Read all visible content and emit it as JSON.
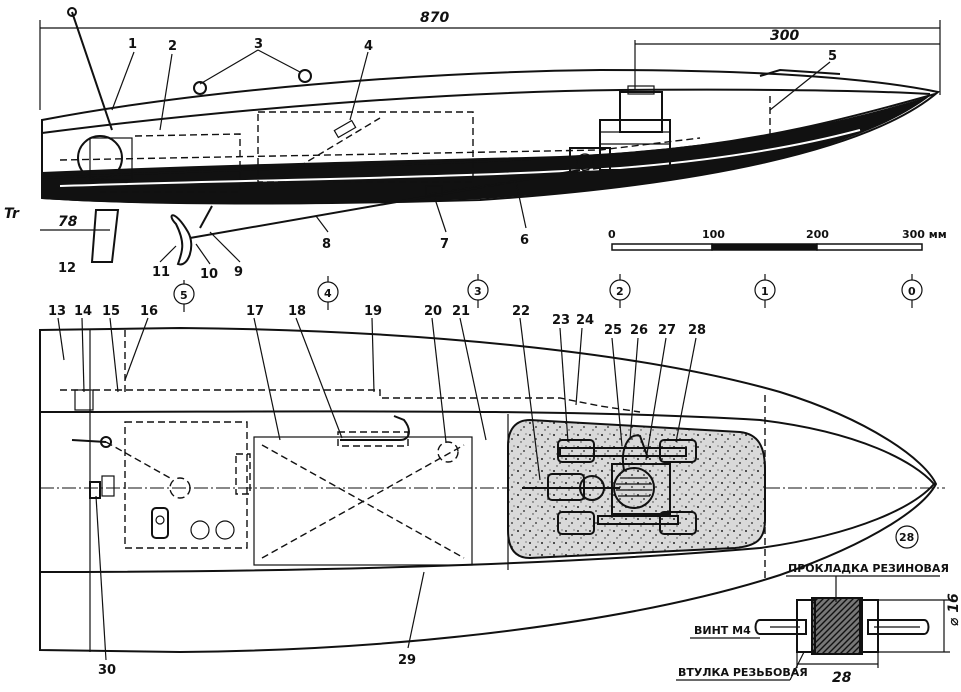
{
  "dimensions": {
    "overall_length": "870",
    "engine_position": "300",
    "transom_offset": "78",
    "transom_mark": "Tr"
  },
  "scale_bar": {
    "ticks": [
      "0",
      "100",
      "200",
      "300 мм"
    ]
  },
  "stations": [
    "5",
    "4",
    "3",
    "2",
    "1",
    "0"
  ],
  "side_view_callouts": [
    "1",
    "2",
    "3",
    "4",
    "5",
    "6",
    "7",
    "8",
    "9",
    "10",
    "11",
    "12"
  ],
  "plan_view_callouts": [
    "13",
    "14",
    "15",
    "16",
    "17",
    "18",
    "19",
    "20",
    "21",
    "22",
    "23",
    "24",
    "25",
    "26",
    "27",
    "28",
    "29",
    "30"
  ],
  "plan_figure_number": "28",
  "mount_detail": {
    "gasket_label": "ПРОКЛАДКА РЕЗИНОВАЯ",
    "screw_label": "ВИНТ М4",
    "bushing_label": "ВТУЛКА РЕЗЬБОВАЯ",
    "width_dim": "28",
    "height_dim": "⌀ 16"
  },
  "colors": {
    "ink": "#111111",
    "paper": "#ffffff",
    "foam": "#d9d9d9"
  }
}
